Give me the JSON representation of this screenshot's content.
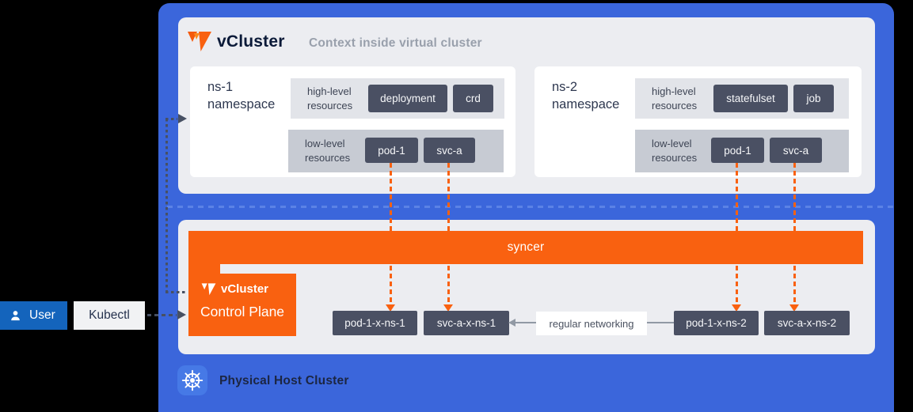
{
  "header": {
    "logo_text": "vCluster",
    "title": "Context inside virtual cluster"
  },
  "virtual_cluster": {
    "namespaces": [
      {
        "name": "ns-1 namespace",
        "high_level_label": "high-level resources",
        "high_level_tags": [
          "deployment",
          "crd"
        ],
        "low_level_label": "low-level resources",
        "low_level_tags": [
          "pod-1",
          "svc-a"
        ]
      },
      {
        "name": "ns-2 namespace",
        "high_level_label": "high-level resources",
        "high_level_tags": [
          "statefulset",
          "job"
        ],
        "low_level_label": "low-level resources",
        "low_level_tags": [
          "pod-1",
          "svc-a"
        ]
      }
    ]
  },
  "host_cluster": {
    "syncer_label": "syncer",
    "control_plane_logo": "vCluster",
    "control_plane_label": "Control Plane",
    "synced_tags": [
      "pod-1-x-ns-1",
      "svc-a-x-ns-1",
      "pod-1-x-ns-2",
      "svc-a-x-ns-2"
    ],
    "networking_label": "regular networking",
    "footer_label": "Physical Host Cluster"
  },
  "access": {
    "user_label": "User",
    "kubectl_label": "Kubectl"
  },
  "colors": {
    "canvas_blue": "#3B66DB",
    "accent_orange": "#F96110",
    "panel_gray": "#ECEDF1",
    "strip_light_gray": "#E2E4E9",
    "strip_dark_gray": "#C7CBD3",
    "tag_slate": "#4A5063",
    "user_box_blue": "#1464BC",
    "k8s_badge_blue": "#4679E6",
    "dashed_flow_blue": "#5B82E5"
  }
}
